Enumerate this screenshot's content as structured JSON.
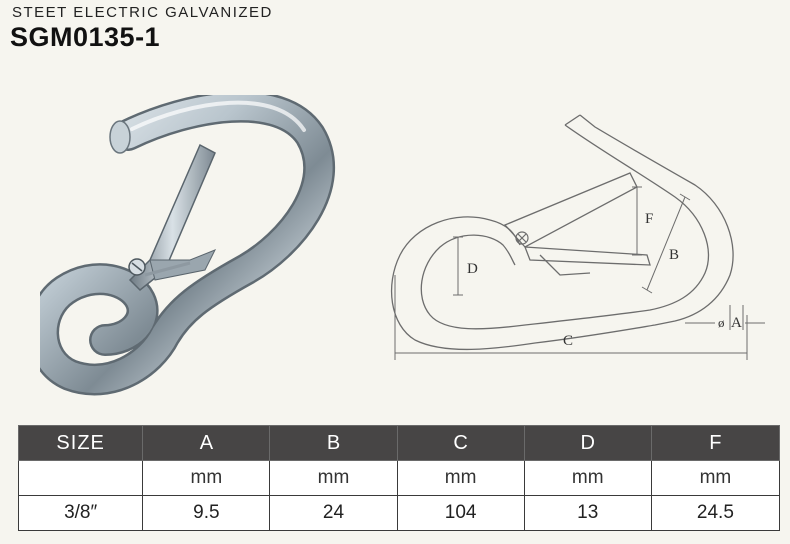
{
  "header": {
    "subtitle": "STEET ELECTRIC GALVANIZED",
    "title": "SGM0135-1"
  },
  "drawing_labels": {
    "A": "A",
    "B": "B",
    "C": "C",
    "D": "D",
    "F": "F"
  },
  "table": {
    "headers": [
      "SIZE",
      "A",
      "B",
      "C",
      "D",
      "F"
    ],
    "units": [
      "",
      "mm",
      "mm",
      "mm",
      "mm",
      "mm"
    ],
    "rows": [
      [
        "3/8″",
        "9.5",
        "24",
        "104",
        "13",
        "24.5"
      ]
    ]
  },
  "colors": {
    "header_bg": "#474545",
    "page_bg": "#f6f5ef",
    "steel": "#b8c4cc"
  }
}
